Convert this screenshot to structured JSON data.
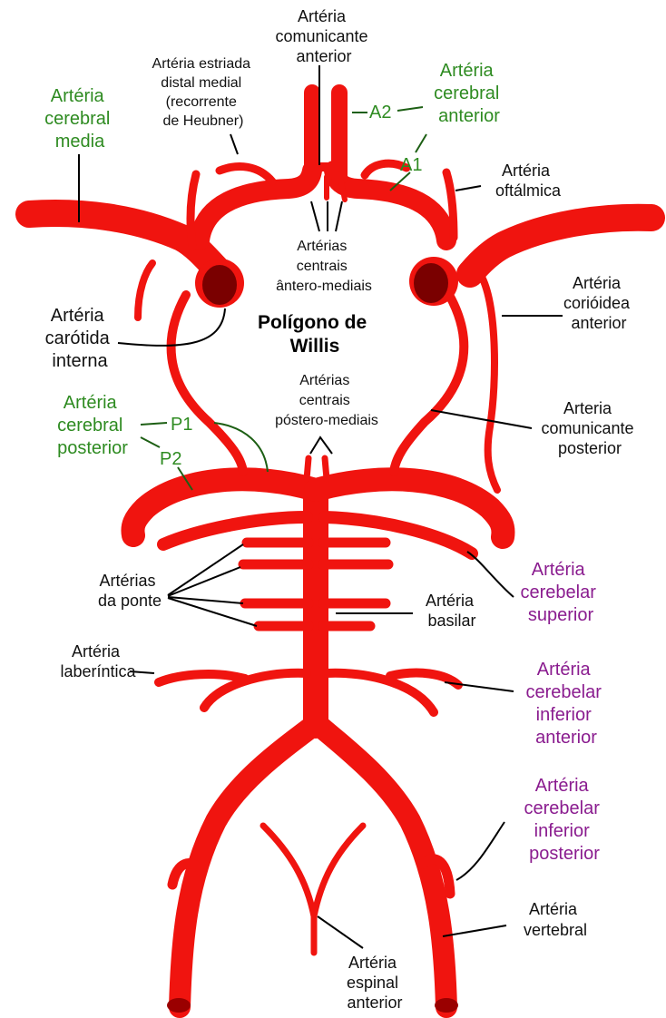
{
  "colors": {
    "artery": "#f0140f",
    "artery_lumen": "#7a0000",
    "label_black": "#111111",
    "label_green": "#2e8b21",
    "label_purple": "#8a1c8f"
  },
  "title": [
    "Polígono de",
    "Willis"
  ],
  "labels": {
    "comunicante_anterior": [
      "Artéria",
      "comunicante",
      "anterior"
    ],
    "estriada_distal": [
      "Artéria estriada",
      "distal medial",
      "(recorrente",
      "de Heubner)"
    ],
    "cerebral_anterior": [
      "Artéria",
      "cerebral",
      "anterior"
    ],
    "a2": "A2",
    "a1": "A1",
    "cerebral_media": [
      "Artéria",
      "cerebral",
      "media"
    ],
    "oftalmica": [
      "Artéria",
      "oftálmica"
    ],
    "antero_mediais": [
      "Artérias",
      "centrais",
      "ântero-mediais"
    ],
    "carotida_interna": [
      "Artéria",
      "carótida",
      "interna"
    ],
    "corioidea": [
      "Artéria",
      "corióidea",
      "anterior"
    ],
    "postero_mediais": [
      "Artérias",
      "centrais",
      "póstero-mediais"
    ],
    "cerebral_posterior": [
      "Artéria",
      "cerebral",
      "posterior"
    ],
    "p1": "P1",
    "p2": "P2",
    "comunicante_posterior": [
      "Arteria",
      "comunicante",
      "posterior"
    ],
    "cerebelar_superior": [
      "Artéria",
      "cerebelar",
      "superior"
    ],
    "arterias_ponte": [
      "Artérias",
      "da ponte"
    ],
    "basilar": [
      "Artéria",
      "basilar"
    ],
    "laberintica": [
      "Artéria",
      "laberíntica"
    ],
    "cerebelar_inf_anterior": [
      "Artéria",
      "cerebelar",
      "inferior",
      "anterior"
    ],
    "cerebelar_inf_posterior": [
      "Artéria",
      "cerebelar",
      "inferior",
      "posterior"
    ],
    "vertebral": [
      "Artéria",
      "vertebral"
    ],
    "espinal_anterior": [
      "Artéria",
      "espinal",
      "anterior"
    ]
  }
}
